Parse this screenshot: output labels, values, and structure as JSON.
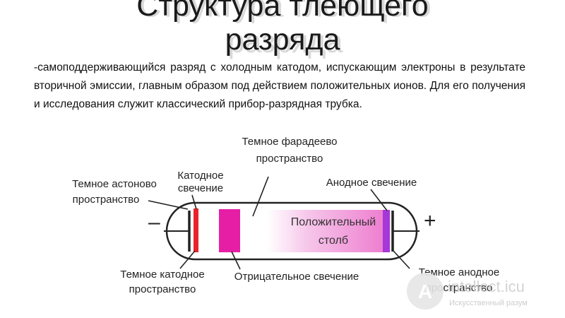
{
  "slide": {
    "title_line1": "Структура тлеющего",
    "title_line2": "разряда",
    "description": "-самоподдерживающийся разряд с холодным катодом, испускающим электроны в результате вторичной эмиссии, главным образом под действием положительных ионов. Для его получения и исследования служит классический прибор-разрядная трубка."
  },
  "diagram": {
    "labels": {
      "faraday_dark_line1": "Темное фарадеево",
      "faraday_dark_line2": "пространство",
      "cathode_glow_line1": "Катодное",
      "cathode_glow_line2": "свечение",
      "aston_dark_line1": "Темное астоново",
      "aston_dark_line2": "пространство",
      "anode_glow": "Анодное свечение",
      "positive_column_line1": "Положительный",
      "positive_column_line2": "столб",
      "cathode_dark_line1": "Темное катодное",
      "cathode_dark_line2": "пространство",
      "negative_glow": "Отрицательное свечение",
      "anode_dark_line1": "Темное анодное",
      "anode_dark_line2": "пространство",
      "minus_sign": "–",
      "plus_sign": "+"
    },
    "colors": {
      "cathode_glow": "#e8232a",
      "negative_glow": "#e61ea5",
      "positive_column": "#f08fd4",
      "anode_glow": "#a637d8",
      "outline": "#222222"
    }
  },
  "watermark": {
    "text": "intellect.icu",
    "subtitle": "Искусственный разум",
    "logo_letter": "A"
  }
}
